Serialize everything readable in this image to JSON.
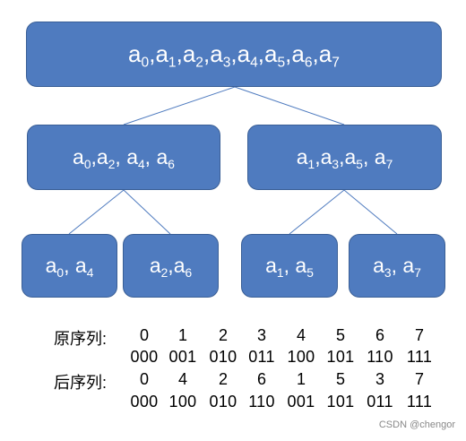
{
  "tree": {
    "root": {
      "items": [
        {
          "base": "a",
          "sub": "0"
        },
        {
          "base": "a",
          "sub": "1"
        },
        {
          "base": "a",
          "sub": "2"
        },
        {
          "base": "a",
          "sub": "3"
        },
        {
          "base": "a",
          "sub": "4"
        },
        {
          "base": "a",
          "sub": "5"
        },
        {
          "base": "a",
          "sub": "6"
        },
        {
          "base": "a",
          "sub": "7"
        }
      ],
      "separators": [
        ",",
        ",",
        ",",
        ",",
        ",",
        ",",
        ","
      ]
    },
    "level1": [
      {
        "items": [
          {
            "base": "a",
            "sub": "0"
          },
          {
            "base": "a",
            "sub": "2"
          },
          {
            "base": "a",
            "sub": "4"
          },
          {
            "base": "a",
            "sub": "6"
          }
        ],
        "separators": [
          ",",
          ", ",
          ", "
        ]
      },
      {
        "items": [
          {
            "base": "a",
            "sub": "1"
          },
          {
            "base": "a",
            "sub": "3"
          },
          {
            "base": "a",
            "sub": "5"
          },
          {
            "base": "a",
            "sub": "7"
          }
        ],
        "separators": [
          ",",
          ",",
          ", "
        ]
      }
    ],
    "level2": [
      {
        "items": [
          {
            "base": "a",
            "sub": "0"
          },
          {
            "base": "a",
            "sub": "4"
          }
        ],
        "separators": [
          ", "
        ]
      },
      {
        "items": [
          {
            "base": "a",
            "sub": "2"
          },
          {
            "base": "a",
            "sub": "6"
          }
        ],
        "separators": [
          ","
        ]
      },
      {
        "items": [
          {
            "base": "a",
            "sub": "1"
          },
          {
            "base": "a",
            "sub": "5"
          }
        ],
        "separators": [
          ", "
        ]
      },
      {
        "items": [
          {
            "base": "a",
            "sub": "3"
          },
          {
            "base": "a",
            "sub": "7"
          }
        ],
        "separators": [
          ", "
        ]
      }
    ]
  },
  "table": {
    "original_label": "原序列:",
    "original_indices": [
      "0",
      "1",
      "2",
      "3",
      "4",
      "5",
      "6",
      "7"
    ],
    "original_binary": [
      "000",
      "001",
      "010",
      "011",
      "100",
      "101",
      "110",
      "111"
    ],
    "reordered_label": "后序列:",
    "reordered_indices": [
      "0",
      "4",
      "2",
      "6",
      "1",
      "5",
      "3",
      "7"
    ],
    "reordered_binary": [
      "000",
      "100",
      "010",
      "110",
      "001",
      "101",
      "011",
      "111"
    ]
  },
  "colors": {
    "node_fill": "#4f7bbf",
    "node_border": "#3a5f96",
    "line": "#4f7bbf"
  },
  "watermark": "CSDN @chengor"
}
